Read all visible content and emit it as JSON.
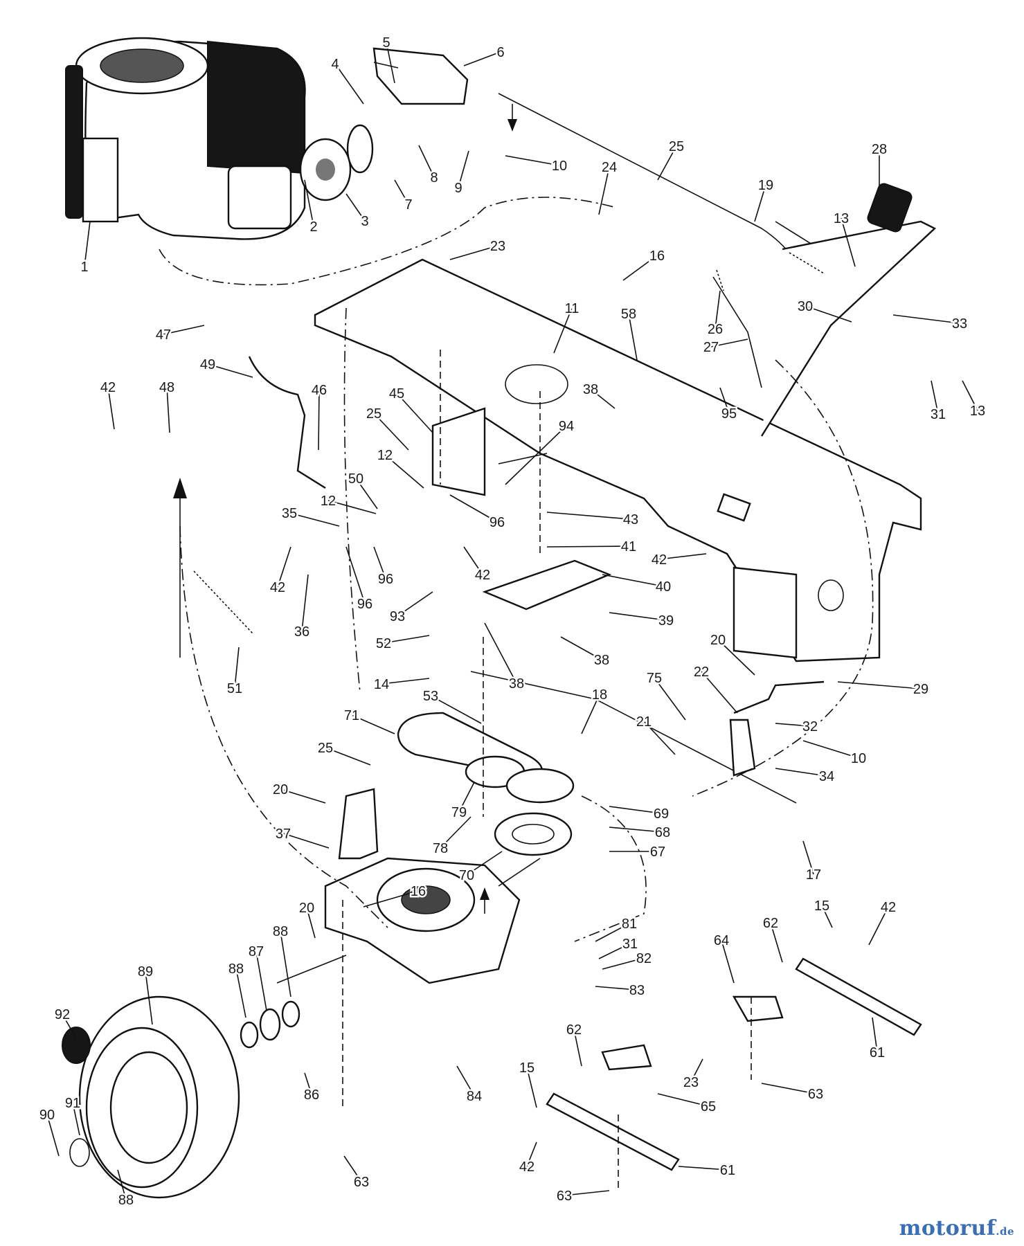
{
  "diagram": {
    "callouts": [
      "1",
      "2",
      "3",
      "4",
      "5",
      "6",
      "7",
      "8",
      "9",
      "10",
      "11",
      "12",
      "13",
      "14",
      "15",
      "16",
      "17",
      "18",
      "19",
      "20",
      "21",
      "22",
      "23",
      "24",
      "25",
      "26",
      "27",
      "28",
      "29",
      "30",
      "31",
      "32",
      "33",
      "34",
      "35",
      "36",
      "37",
      "38",
      "39",
      "40",
      "41",
      "42",
      "43",
      "45",
      "46",
      "47",
      "48",
      "49",
      "50",
      "51",
      "52",
      "53",
      "58",
      "61",
      "62",
      "63",
      "64",
      "65",
      "67",
      "68",
      "69",
      "70",
      "71",
      "75",
      "78",
      "79",
      "81",
      "82",
      "83",
      "84",
      "86",
      "87",
      "88",
      "89",
      "90",
      "91",
      "92",
      "93",
      "94",
      "95",
      "96"
    ]
  },
  "watermark": {
    "main": "motoruf",
    "suffix": ".de",
    "color": "#3a6fb5"
  }
}
